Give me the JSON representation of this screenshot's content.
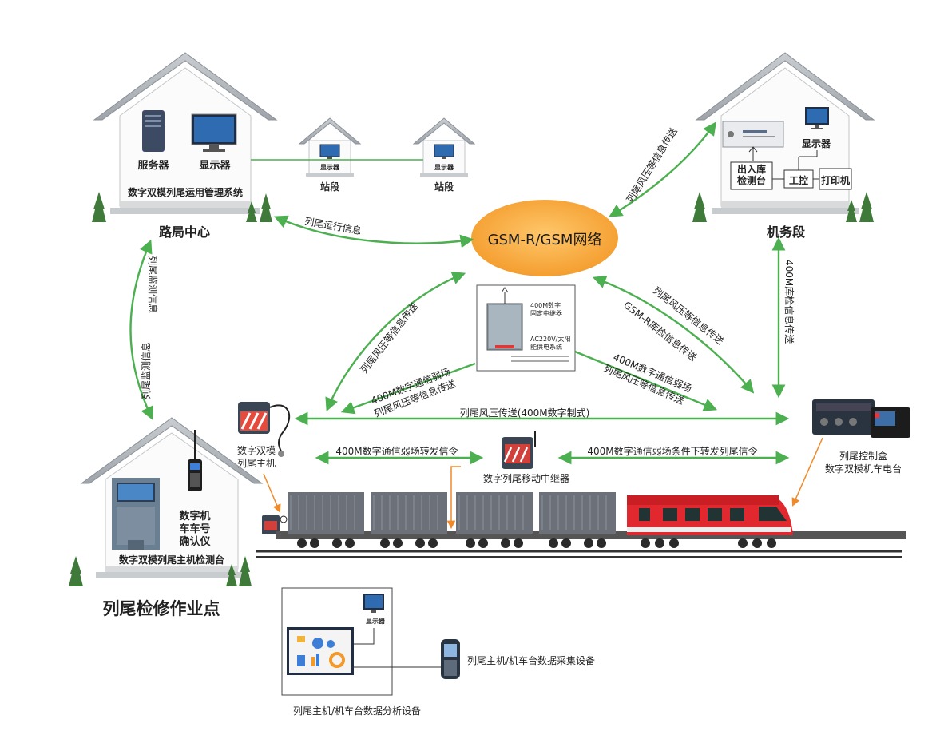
{
  "road_center": {
    "server_label": "服务器",
    "monitor_label": "显示器",
    "system_label": "数字双模列尾运用管理系统",
    "title": "路局中心"
  },
  "stations": [
    {
      "monitor_label": "显示器",
      "name": "站段"
    },
    {
      "monitor_label": "显示器",
      "name": "站段"
    }
  ],
  "depot": {
    "monitor_label": "显示器",
    "checkbench_label": "出入库\n检测台",
    "control_label": "工控",
    "printer_label": "打印机",
    "title": "机务段"
  },
  "network": {
    "label": "GSM-R/GSM网络"
  },
  "repeater_fixed": {
    "label": "400M数字\n固定中继器",
    "power_label": "AC220V/太阳\n能供电系统"
  },
  "links": {
    "tail_running_info": "列尾运行信息",
    "tail_pressure_info_depot": "列尾风压等信息传送",
    "storage_check_info": "400M库检信息传送",
    "tail_monitor_info_left": "列尾监测信息",
    "tail_monitor_info_right": "列尾监测信息",
    "tail_pressure_info_left": "列尾风压等信息传送",
    "weak_signal_left_1": "400M数字通信弱场",
    "weak_signal_left_2": "列尾风压等信息传送",
    "tail_pressure_info_right": "列尾风压等信息传送",
    "gsmr_storage_check": "GSM-R库检信息传送",
    "weak_signal_right_1": "400M数字通信弱场",
    "weak_signal_right_2": "列尾风压等信息传送",
    "tail_pressure_400m": "列尾风压传送(400M数字制式)",
    "forward_cmd_weak": "400M数字通信弱场转发信令",
    "forward_cmd_weak_cond": "400M数字通信弱场条件下转发列尾信令"
  },
  "devices": {
    "dual_mode_host": "数字双模\n列尾主机",
    "mobile_repeater": "数字列尾移动中继器",
    "control_box": "列尾控制盒\n数字双模机车电台"
  },
  "workshop": {
    "device_label": "数字机\n车车号\n确认仪",
    "bench_label": "数字双模列尾主机检测台",
    "title": "列尾检修作业点"
  },
  "analysis": {
    "monitor_label": "显示器",
    "analysis_label": "列尾主机/机车台数据分析设备",
    "collector_label": "列尾主机/机车台数据采集设备"
  },
  "colors": {
    "arrow_green": "#4caf50",
    "network_orange": "#f5a33a",
    "pointer_orange": "#ef8a2a",
    "train_red": "#e0282e"
  },
  "icons": [
    "server-icon",
    "monitor-icon",
    "printer-icon",
    "radio-icon",
    "train-icon",
    "tree-icon",
    "handheld-icon"
  ]
}
